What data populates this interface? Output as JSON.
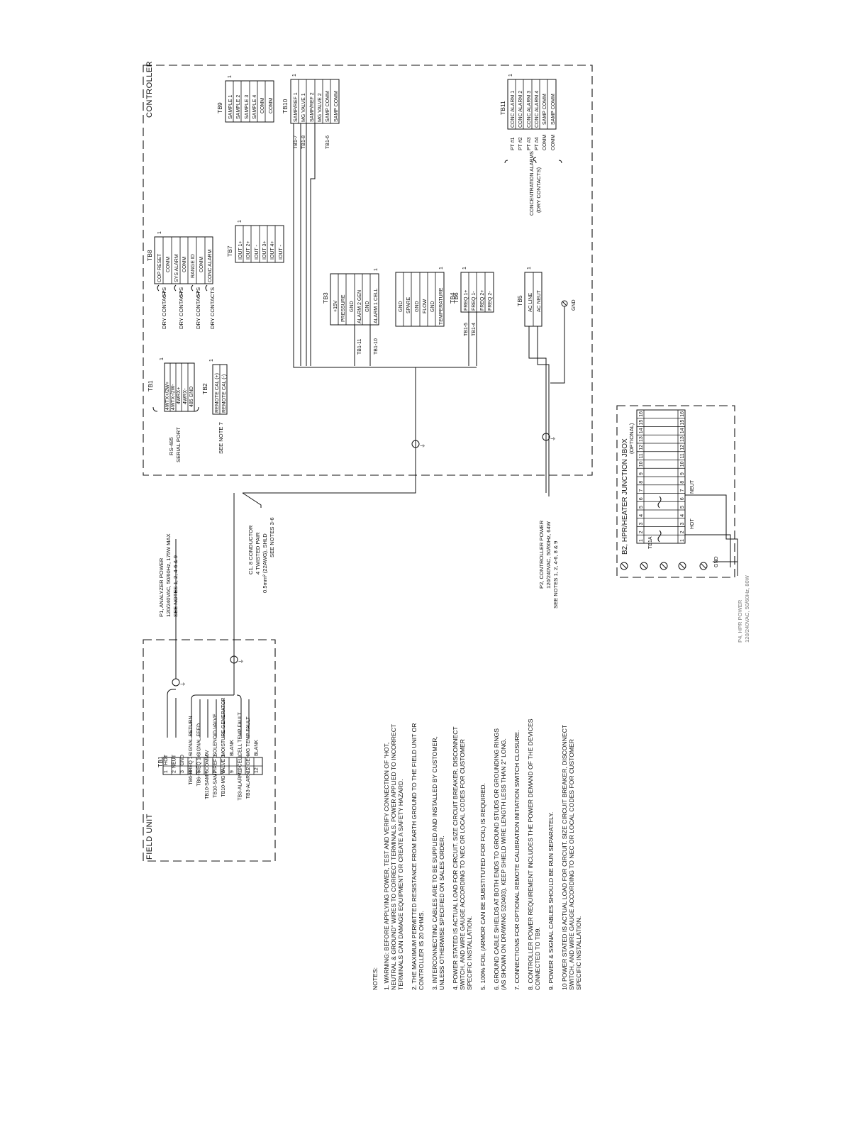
{
  "controller": {
    "title": "CONTROLLER",
    "tb1": {
      "name": "TB1",
      "rows": [
        "4WTX+/2W+",
        "4WTX-/2W-",
        "4WRX+",
        "4WRX-",
        "485 GND"
      ]
    },
    "rs485": {
      "line1": "RS-485",
      "line2": "SERIAL PORT"
    },
    "tb2": {
      "name": "TB2",
      "rows": [
        "REMOTE CAL (+)",
        "REMOTE CAL (-)"
      ],
      "note": "SEE NOTE 7"
    },
    "tb8": {
      "name": "TB8",
      "rows": [
        "COP RESET",
        "COMM",
        "SYS ALARM",
        "COMM",
        "RANGE ID",
        "COMM",
        "CONC ALARM"
      ],
      "dry": "DRY CONTACTS"
    },
    "tb7": {
      "name": "TB7",
      "rows": [
        "IOUT 1+",
        "IOUT 2+",
        "IOUT -",
        "IOUT 3+",
        "IOUT 4+",
        "IOUT -"
      ]
    },
    "tb9": {
      "name": "TB9",
      "rows": [
        "SAMPLE 1",
        "SAMPLE 2",
        "SAMPLE 3",
        "SAMPLE 4",
        "COMM",
        "COMM"
      ]
    },
    "tb10": {
      "name": "TB10",
      "rows": [
        "SAMP/REF 1",
        "MG VALVE 1",
        "SAMP/REF 2",
        "MG VALVE 2",
        "SAMP COMM",
        "SAMP COMM"
      ],
      "wires": [
        "TB1-7",
        "TB1-8",
        "TB1-6"
      ]
    },
    "tb11": {
      "name": "TB11",
      "rows": [
        "CONC ALARM 1",
        "CONC ALARM 2",
        "CONC ALARM 3",
        "CONC ALARM 4",
        "SAMP COMM",
        "SAMP COMM"
      ],
      "pts": [
        "PT #1",
        "PT #2",
        "PT #3",
        "PT #4",
        "COMM",
        "COMM"
      ],
      "label1": "CONCENTRATION ALARMS",
      "label2": "(DRY CONTACTS)"
    },
    "tb3": {
      "name": "TB3",
      "rows": [
        "+15V",
        "PRESSURE",
        "GND",
        "ALARM 2 GEN",
        "GND",
        "ALARM 1 CELL"
      ],
      "wires": [
        "TB1-11",
        "TB1-10"
      ]
    },
    "tb4": {
      "name": "TB4",
      "rows": [
        "GND",
        "SPARE",
        "GND",
        "FLOW",
        "GND",
        "TEMPERATURE"
      ]
    },
    "tb6": {
      "name": "TB6",
      "rows": [
        "FREQ 1+",
        "FREQ 1-",
        "FREQ 2+",
        "FREQ 2-"
      ],
      "wires": [
        "TB1-5",
        "TB1-4"
      ]
    },
    "tb5": {
      "name": "TB5",
      "rows": [
        "AC LINE",
        "AC NEUT"
      ],
      "gnd": "GND"
    },
    "one": "1"
  },
  "field_unit": {
    "title": "FIELD UNIT",
    "tb_name": "TB1",
    "nums": [
      "1",
      "2",
      "3",
      "4",
      "5",
      "6",
      "7",
      "8",
      "9",
      "10",
      "11",
      "12"
    ],
    "left": [
      "",
      "",
      "",
      "SIGNAL RETURN",
      "SIGNAL FEED",
      "0V",
      "SOLENOID VALVE",
      "MOISTURE GENERATOR",
      "BLANK",
      "CELL TEMP FAULT",
      "MG TEMP FAULT",
      "BLANK"
    ],
    "right": [
      "HOT",
      "NEUT",
      "GND",
      "TB6-FREQ 1-",
      "TB6-FREQ 1+",
      "TB10-SAMP COMM",
      "TB10-SAMP/REF 1",
      "TB10-MG VALVE 1",
      "",
      "TB3-ALARM 1 CELL",
      "TB3-ALARM 2 GEN",
      ""
    ]
  },
  "cables": {
    "p1": [
      "P1, ANALYZER POWER",
      "120/240VAC, 50/60Hz, 175W MAX",
      "SEE NOTES 1, 2, 4-6 & 9"
    ],
    "c1": [
      "C1, 8 CONDUCTOR",
      "4 TWISTED PAIR",
      "0.5mm² (22AWG), SHLD",
      "SEE NOTES 3-6"
    ],
    "p2": [
      "P2, CONTROLLER POWER",
      "120/240VAC, 50/60Hz, 64W",
      "SEE NOTES 1, 2, 4-6, 8 & 9"
    ],
    "p4": [
      "P4, HPR POWER",
      "120/240VAC, 50/60Hz, 80W"
    ]
  },
  "jbox": {
    "title": "B2, HPR/HEATER JUNCTION JBOX",
    "subtitle": "(OPTIONAL)",
    "tb_name": "TB1A",
    "nums": [
      "1",
      "2",
      "3",
      "4",
      "5",
      "6",
      "7",
      "8",
      "9",
      "10",
      "11",
      "12",
      "13",
      "14",
      "15",
      "16"
    ],
    "hot": "HOT",
    "neut": "NEUT",
    "gnd": "GND"
  },
  "notes": {
    "title": "NOTES:",
    "items": [
      [
        "1. WARNING:  BEFORE APPLYING POWER, TEST AND VERIFY CONNECTION OF \"HOT,",
        "NEUTRAL & GROUND\" WIRES TO CORRECT TERMINALS.  POWER APPLIED TO INCORRECT",
        "TERMINALS CAN DAMAGE EQUIPMENT OR CREATE A SAFETY HAZARD."
      ],
      [
        "2. THE MAXIMUM PERMITTED RESISTANCE FROM EARTH GROUND TO THE FIELD UNIT OR",
        "CONTROLLER IS 20 OHMS."
      ],
      [
        "3. INTERCONNECTING CABLES ARE TO BE SUPPLIED AND INSTALLED BY CUSTOMER,",
        "UNLESS OTHERWISE SPECIFIED ON SALES ORDER."
      ],
      [
        "4. POWER STATED IS ACTUAL LOAD FOR CIRCUIT.  SIZE CIRCUIT BREAKER, DISCONNECT",
        "SWITCH, AND WIRE GAUGE ACCORDING TO NEC OR LOCAL CODES FOR CUSTOMER",
        "SPECIFIC INSTALLATION."
      ],
      [
        "5. 100% FOIL (ARMOR CAN BE SUBSTITUTED FOR FOIL) IS REQUIRED."
      ],
      [
        "6. GROUND CABLE SHIELDS AT BOTH ENDS TO GROUND STUDS OR GROUNDING RINGS",
        "(AS SHOWN ON DRAWING 520403). KEEP SHIELD WIRE LENGTH LESS THAN 2\" LONG."
      ],
      [
        "7. CONNECTIONS FOR OPTIONAL REMOTE CALIBRATION INITIATION SWITCH CLOSURE."
      ],
      [
        "8. CONTROLLER POWER REQUIREMENT INCLUDES THE POWER DEMAND OF THE DEVICES",
        "CONNECTED TO TB9."
      ],
      [
        "9. POWER & SIGNAL CABLES SHOULD BE RUN SEPARATELY."
      ],
      [
        "10 POWER STATED IS ACTUAL LOAD FOR CIRCUIT.  SIZE CIRCUIT BREAKER, DISCONNECT",
        "SWITCH, AND WIRE GAUGE ACCORDING TO NEC OR LOCAL CODES FOR CUSTOMER",
        "SPECIFIC INSTALLATION."
      ]
    ]
  }
}
